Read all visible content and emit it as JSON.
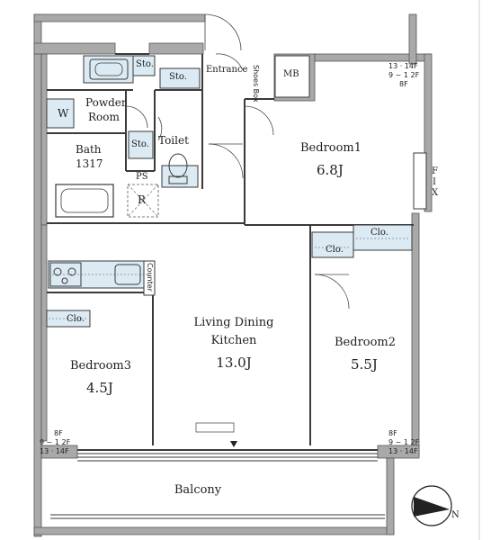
{
  "rooms": {
    "entrance": "Entrance",
    "mb": "MB",
    "shoes_box": "Shoes Box",
    "sto_top_left": "Sto.",
    "sto_top": "Sto.",
    "sto_mid": "Sto.",
    "powder_room": [
      "Powder",
      "Room"
    ],
    "washer": "W",
    "bath": [
      "Bath",
      "1317"
    ],
    "toilet": "Toilet",
    "ps": "PS",
    "r": "R",
    "bedroom1": {
      "name": "Bedroom1",
      "size": "6.8J"
    },
    "bedroom2": {
      "name": "Bedroom2",
      "size": "5.5J"
    },
    "bedroom3": {
      "name": "Bedroom3",
      "size": "4.5J"
    },
    "ldk": {
      "name": [
        "Living Dining",
        "Kitchen"
      ],
      "size": "13.0J"
    },
    "clo_b1": "Clo.",
    "clo_b2": "Clo.",
    "clo_b3": "Clo.",
    "counter": "Counter",
    "fix_window": [
      "F",
      "I",
      "X"
    ],
    "balcony": "Balcony"
  },
  "floor_notes": {
    "top_right": [
      "13 · 14F",
      "9 ~ 1 2F",
      "8F"
    ],
    "bottom_left": [
      "8F",
      "9 ~ 1 2F",
      "13 · 14F"
    ],
    "bottom_right": [
      "8F",
      "9 ~ 1 2F",
      "13 · 14F"
    ]
  },
  "compass": {
    "label": "N"
  },
  "colors": {
    "wall": "#a9a9a9",
    "storage": "#dbeaf3",
    "line": "#3a3a3a"
  }
}
